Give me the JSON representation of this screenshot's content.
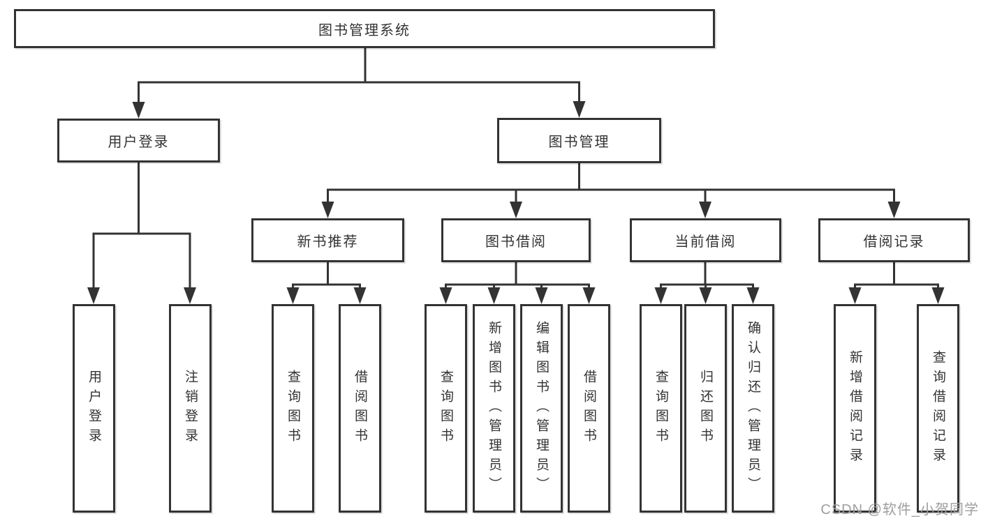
{
  "root": {
    "label": "图书管理系统"
  },
  "level2": {
    "userLogin": {
      "label": "用户登录"
    },
    "bookMgmt": {
      "label": "图书管理"
    }
  },
  "level3": {
    "newBooks": {
      "label": "新书推荐"
    },
    "borrow": {
      "label": "图书借阅"
    },
    "current": {
      "label": "当前借阅"
    },
    "records": {
      "label": "借阅记录"
    }
  },
  "leaves": {
    "userLogin": [
      {
        "label": "用户登录"
      },
      {
        "label": "注销登录"
      }
    ],
    "newBooks": [
      {
        "label": "查询图书"
      },
      {
        "label": "借阅图书"
      }
    ],
    "borrow": [
      {
        "label": "查询图书"
      },
      {
        "label": "新增图书（管理员）"
      },
      {
        "label": "编辑图书（管理员）"
      },
      {
        "label": "借阅图书"
      }
    ],
    "current": [
      {
        "label": "查询图书"
      },
      {
        "label": "归还图书"
      },
      {
        "label": "确认归还（管理员）"
      }
    ],
    "records": [
      {
        "label": "新增借阅记录"
      },
      {
        "label": "查询借阅记录"
      }
    ]
  },
  "watermark": {
    "text": "CSDN @软件_小贺同学"
  },
  "colors": {
    "line": "#333333",
    "border": "#333333",
    "text": "#333333",
    "background": "#ffffff",
    "watermark": "#9e9e9e"
  }
}
